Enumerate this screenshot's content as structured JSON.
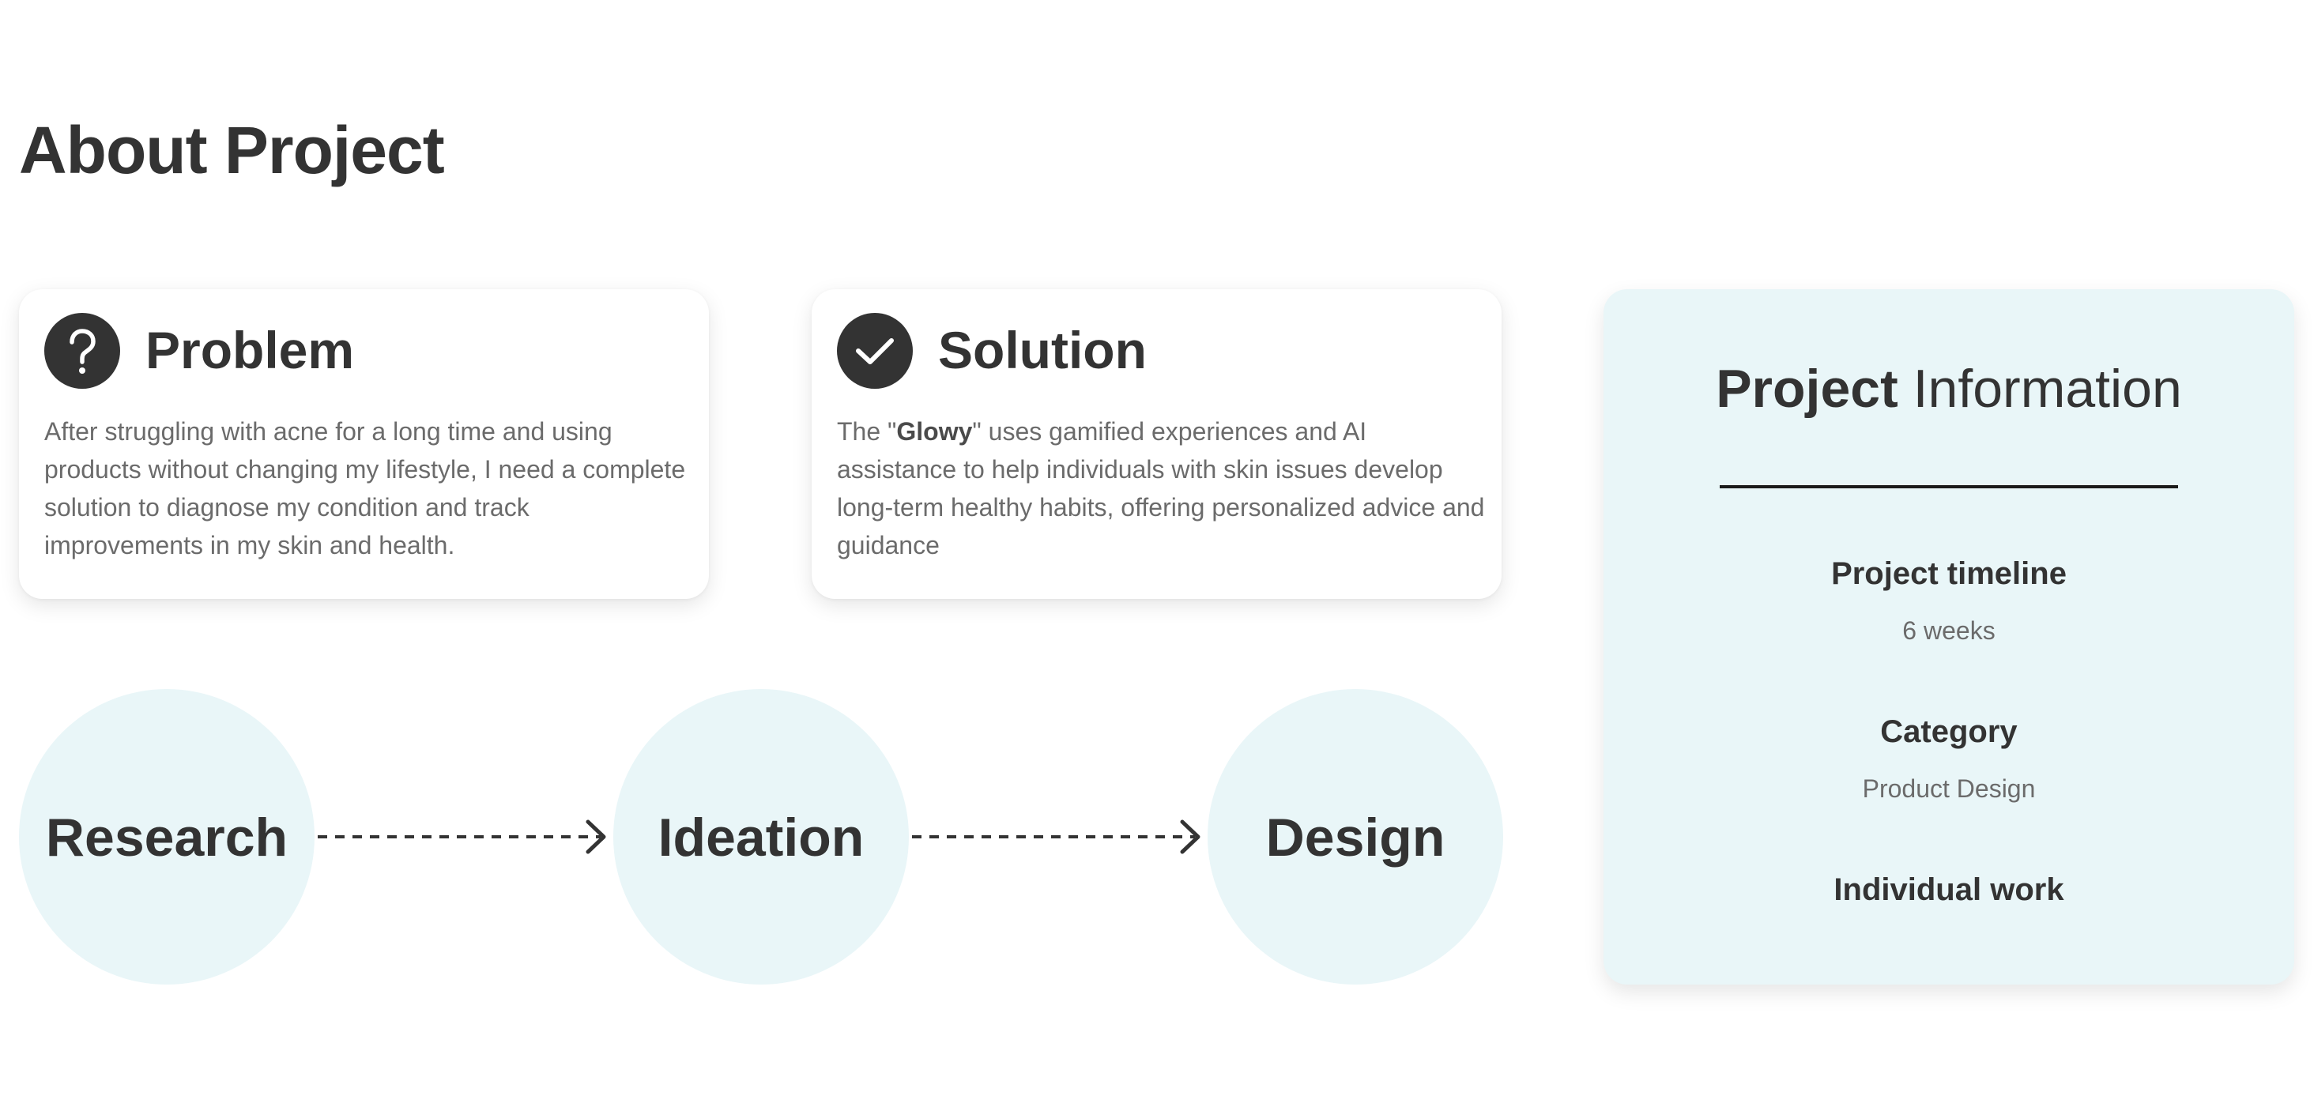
{
  "page": {
    "title": "About Project"
  },
  "problem": {
    "icon": "question-circle-icon",
    "heading": "Problem",
    "text": "After struggling with acne for a long time and using products without changing my lifestyle, I need a complete solution to diagnose my condition and track improvements in my skin and health."
  },
  "solution": {
    "icon": "check-circle-icon",
    "heading": "Solution",
    "text_before": "The \"",
    "text_bold": "Glowy",
    "text_after": "\" uses gamified experiences and AI assistance to help individuals with skin issues develop long-term healthy habits, offering personalized advice and guidance"
  },
  "process": {
    "steps": [
      {
        "label": "Research"
      },
      {
        "label": "Ideation"
      },
      {
        "label": "Design"
      }
    ],
    "arrow_icon": "dashed-arrow-right-icon"
  },
  "info": {
    "title_bold": "Project",
    "title_light": " Information",
    "timeline_label": "Project timeline",
    "timeline_value": "6 weeks",
    "category_label": "Category",
    "category_value": "Product Design",
    "work_type": "Individual work"
  },
  "colors": {
    "text_dark": "#333333",
    "text_muted": "#6b6b6b",
    "accent_light": "#e9f6f8",
    "card_bg": "#ffffff"
  }
}
